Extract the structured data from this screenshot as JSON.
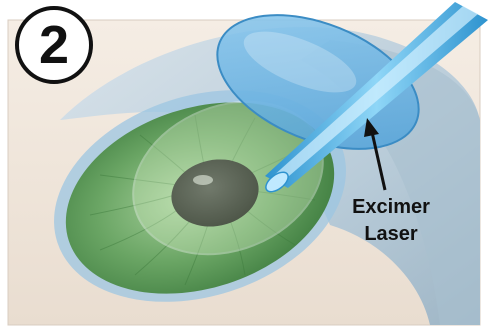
{
  "step": {
    "number": "2"
  },
  "label": {
    "line1": "Excimer",
    "line2": "Laser"
  },
  "colors": {
    "skin": "#f0e6dc",
    "eyeball": "#c9d8e2",
    "iris": "#5d9a58",
    "pupil": "#111111",
    "corneal_flap": "#6fb6e3",
    "laser_beam": "#4eb8ea",
    "text": "#111111"
  },
  "icons": [
    "step-number-badge",
    "eye-illustration",
    "laser-beam",
    "pointer-arrow"
  ]
}
